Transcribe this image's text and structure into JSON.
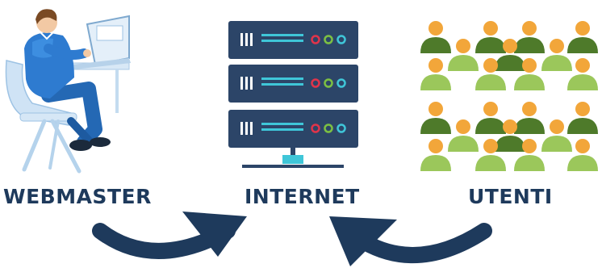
{
  "labels": {
    "webmaster": "WEBMASTER",
    "internet": "INTERNET",
    "utenti": "UTENTI"
  },
  "icons": {
    "webmaster": "person-at-laptop-icon",
    "server": "server-rack-icon",
    "users": "users-crowd-icon",
    "arrow_left": "curved-arrow-right-icon",
    "arrow_right": "curved-arrow-left-icon"
  },
  "colors": {
    "navy": "#1e3a5c",
    "server_body": "#2c4568",
    "cyan": "#3fc6d8",
    "red_led": "#e0344a",
    "green_led": "#7cc043",
    "dark_green": "#4e7a2a",
    "light_green": "#9bc75b",
    "orange": "#f2a63a",
    "laptop_blue": "#cfe3f5",
    "shirt_blue": "#2e7bd0"
  }
}
